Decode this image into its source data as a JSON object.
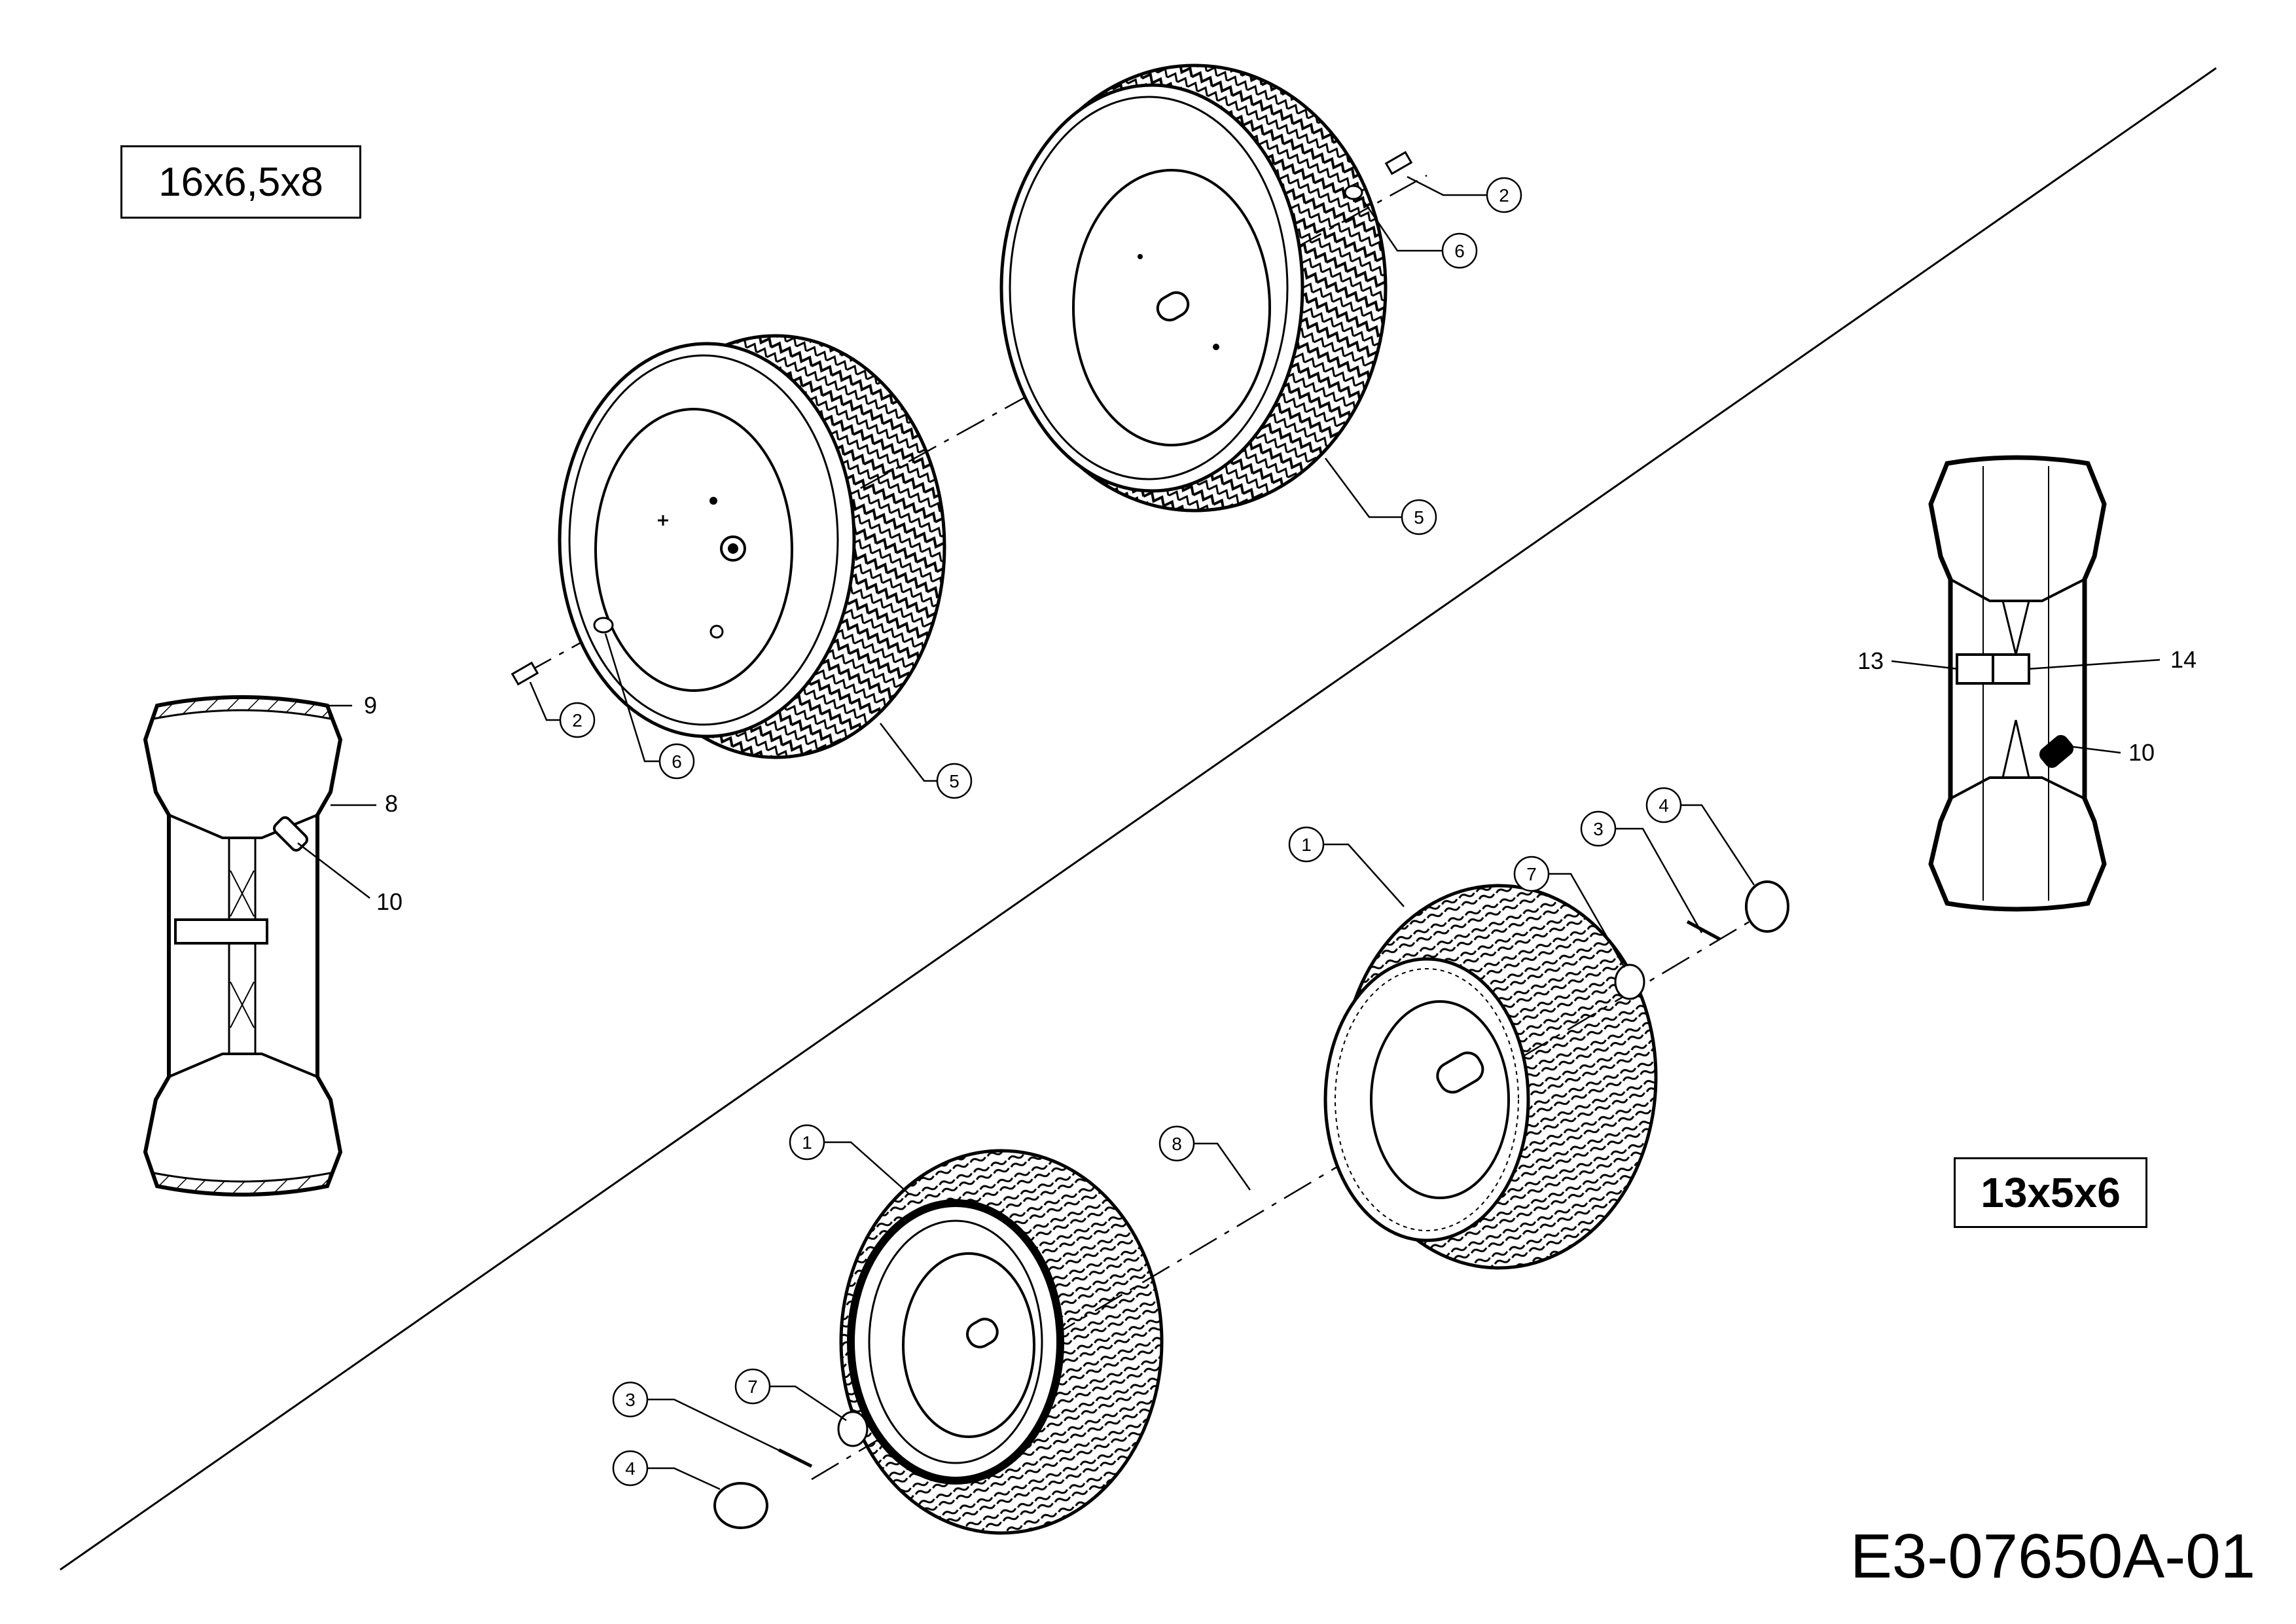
{
  "size_labels": {
    "upper": "16x6,5x8",
    "lower": "13x5x6"
  },
  "drawing_id": "E3-07650A-01",
  "callouts": {
    "upper_assembly": [
      "2",
      "6",
      "5",
      "2",
      "6",
      "5"
    ],
    "lower_assembly": [
      "1",
      "3",
      "4",
      "7",
      "8",
      "1",
      "7",
      "3",
      "4"
    ],
    "section_left": [
      "9",
      "8",
      "10"
    ],
    "section_right": [
      "13",
      "14",
      "10"
    ]
  },
  "colors": {
    "line": "#000000",
    "background": "#ffffff"
  }
}
